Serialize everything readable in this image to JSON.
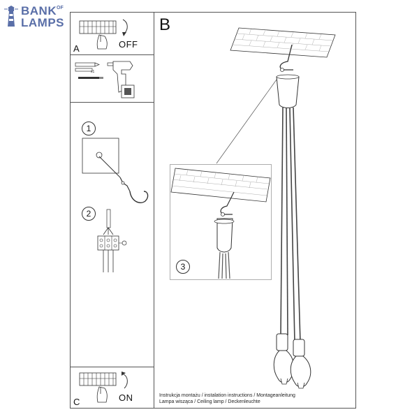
{
  "logo": {
    "line1": "BANK",
    "of": "OF",
    "line2": "LAMPS",
    "color": "#5a6fa8"
  },
  "panels": {
    "a_label": "A",
    "a_state": "OFF",
    "b_label": "B",
    "c_label": "C",
    "c_state": "ON",
    "detail_x": "x1"
  },
  "steps": {
    "one": "1",
    "two": "2",
    "three": "3"
  },
  "caption": {
    "line1": "Instrukcja montażu / instalation instructions / Montageanleitung",
    "line2": "Lampa wisząca / Ceiling lamp  / Deckenleuchte"
  }
}
